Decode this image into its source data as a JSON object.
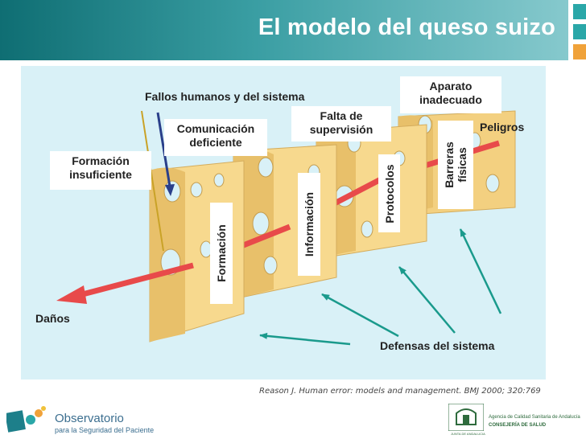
{
  "title": "El modelo del queso suizo",
  "colors": {
    "header": "#0f6e73",
    "accent_teal": "#2aa7a8",
    "accent_orange": "#f0a23a",
    "diagram_bg": "#d9f1f7",
    "cheese": "#f7d98e",
    "hazard_arrow": "#e84a4a",
    "pointer_arrow": "#1a9a8c"
  },
  "labels": {
    "fallos": "Fallos humanos y del sistema",
    "peligros": "Peligros",
    "danos": "Daños",
    "defensas": "Defensas del sistema"
  },
  "boxes": {
    "formacion_insuficiente": [
      "Formación",
      "insuficiente"
    ],
    "comunicacion": [
      "Comunicación",
      "deficiente"
    ],
    "falta_supervision": [
      "Falta de",
      "supervisión"
    ],
    "aparato": [
      "Aparato",
      "inadecuado"
    ]
  },
  "vertical_labels": {
    "formacion": "Formación",
    "informacion": "Información",
    "protocolos": "Protocolos",
    "barreras": [
      "Barreras",
      "físicas"
    ]
  },
  "citation": "Reason J. Human error: models and management. BMJ 2000; 320:769",
  "footer": {
    "observatorio": "Observatorio",
    "observatorio_sub": "para la Seguridad del Paciente",
    "agency_line1": "Agencia de Calidad Sanitaria de Andalucía",
    "agency_line2": "CONSEJERÍA DE SALUD",
    "junta": "JUNTA DE ANDALUCIA"
  },
  "icons": [
    "observatorio-logo-icon",
    "junta-andalucia-logo-icon"
  ]
}
